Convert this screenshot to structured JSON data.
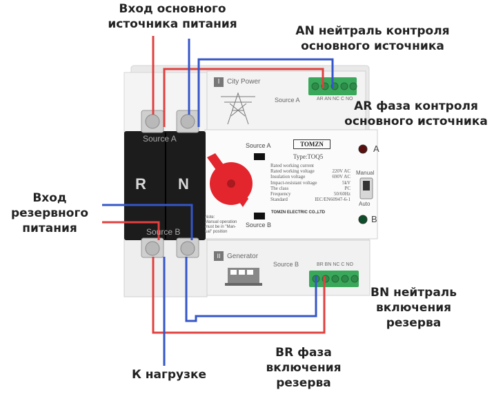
{
  "labels": {
    "main_input": [
      "Вход основного",
      "источника питания"
    ],
    "an_neutral": [
      "AN нейтраль контроля",
      "основного источника"
    ],
    "ar_phase": [
      "AR фаза контроля",
      "основного источника"
    ],
    "reserve_input": [
      "Вход",
      "резервного",
      "питания"
    ],
    "bn_neutral": [
      "BN нейтраль",
      "включения",
      "резерва"
    ],
    "br_phase": [
      "BR фаза",
      "включения",
      "резерва"
    ],
    "to_load": "К нагрузке"
  },
  "device": {
    "source_a_top": "Source A",
    "source_b_bottom": "Source B",
    "r_letter": "R",
    "n_letter": "N",
    "city_power_num": "I",
    "city_power": "City Power",
    "source_a_right": "Source A",
    "terminal_top_label": "AR AN NC C NO",
    "switch_source_a": "Source A",
    "switch_source_b": "Source B",
    "brand": "TOMZN",
    "type": "Type:TOQ5",
    "specs": [
      [
        "Rated working current",
        ""
      ],
      [
        "Rated working voltage",
        "220V AC"
      ],
      [
        "Insulation voltage",
        "690V AC"
      ],
      [
        "Impact-resistant voltage",
        "5kV"
      ],
      [
        "The class",
        "PC"
      ],
      [
        "Frequency",
        "50/60Hz"
      ],
      [
        "Standard",
        "IEC/EN60947-6-1"
      ]
    ],
    "maker": "TOMZN ELECTRIC CO.,LTD",
    "indicator_a": "A",
    "indicator_b": "B",
    "manual": "Manual",
    "auto": "Auto",
    "note": [
      "Note:",
      "Manual operation",
      "must be in \"Man-",
      "ual\" position"
    ],
    "generator_num": "II",
    "generator": "Generator",
    "source_b_right": "Source B",
    "terminal_bottom_label": "BR BN NC C NO"
  },
  "colors": {
    "phase_wire": "#e0413f",
    "neutral_wire": "#3556c9",
    "terminal_green": "#3aa85a",
    "handle_red": "#e3262d",
    "black_body": "#1c1c1c",
    "body_white": "#f2f2f2"
  }
}
